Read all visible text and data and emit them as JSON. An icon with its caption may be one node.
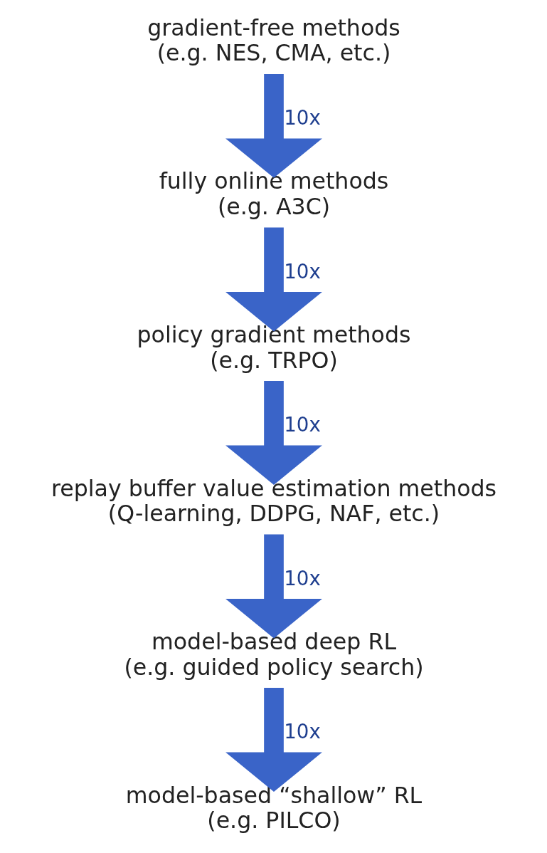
{
  "diagram": {
    "nodes": [
      {
        "text": [
          "gradient-free methods",
          "(e.g. NES, CMA, etc.)"
        ]
      },
      {
        "text": [
          "fully online methods",
          "(e.g. A3C)"
        ]
      },
      {
        "text": [
          "policy gradient methods",
          "(e.g. TRPO)"
        ]
      },
      {
        "text": [
          "replay buffer value estimation methods",
          "(Q-learning, DDPG, NAF, etc.)"
        ]
      },
      {
        "text": [
          "model-based deep RL",
          "(e.g. guided policy search)"
        ]
      },
      {
        "text": [
          "model-based “shallow” RL",
          "(e.g. PILCO)"
        ]
      }
    ],
    "edges": [
      {
        "from": 0,
        "to": 1,
        "arrow": "to",
        "label": "10x"
      },
      {
        "from": 1,
        "to": 2,
        "arrow": "to",
        "label": "10x"
      },
      {
        "from": 2,
        "to": 3,
        "arrow": "to",
        "label": "10x"
      },
      {
        "from": 3,
        "to": 4,
        "arrow": "to",
        "label": "10x"
      },
      {
        "from": 4,
        "to": 5,
        "arrow": "to",
        "label": "10x"
      }
    ]
  }
}
